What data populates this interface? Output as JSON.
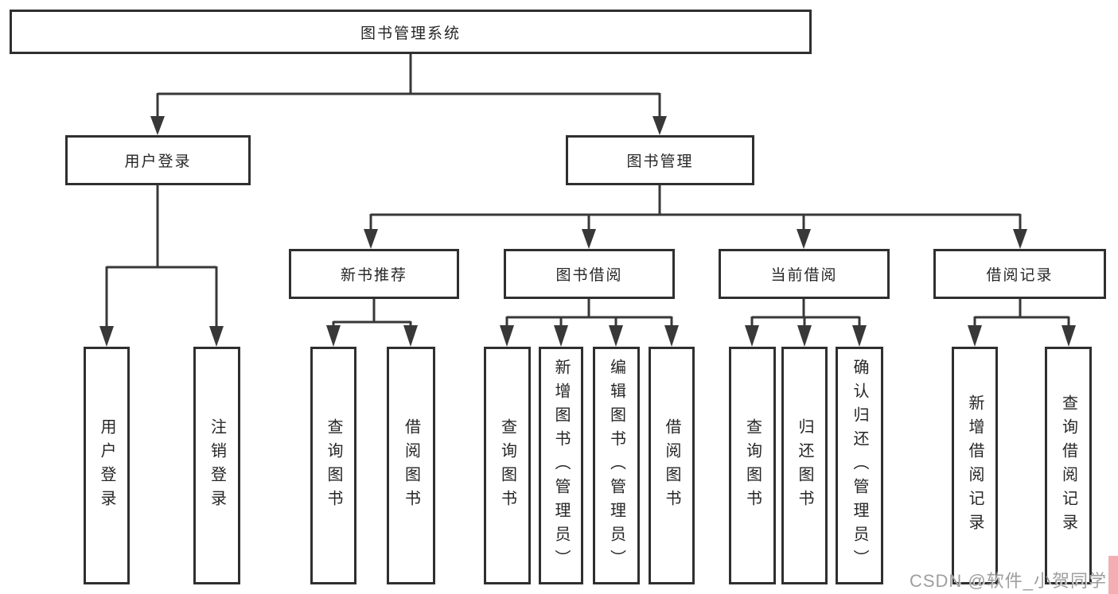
{
  "diagram": {
    "root": {
      "label": "图书管理系统"
    },
    "level2": [
      {
        "label": "用户登录"
      },
      {
        "label": "图书管理"
      }
    ],
    "level3": [
      {
        "label": "新书推荐",
        "parent": "图书管理"
      },
      {
        "label": "图书借阅",
        "parent": "图书管理"
      },
      {
        "label": "当前借阅",
        "parent": "图书管理"
      },
      {
        "label": "借阅记录",
        "parent": "图书管理"
      }
    ],
    "leaves": [
      {
        "label": "用户登录",
        "parent": "用户登录"
      },
      {
        "label": "注销登录",
        "parent": "用户登录"
      },
      {
        "label": "查询图书",
        "parent": "新书推荐"
      },
      {
        "label": "借阅图书",
        "parent": "新书推荐"
      },
      {
        "label": "查询图书",
        "parent": "图书借阅"
      },
      {
        "label": "新增图书（管理员）",
        "parent": "图书借阅"
      },
      {
        "label": "编辑图书（管理员）",
        "parent": "图书借阅"
      },
      {
        "label": "借阅图书",
        "parent": "图书借阅"
      },
      {
        "label": "查询图书",
        "parent": "当前借阅"
      },
      {
        "label": "归还图书",
        "parent": "当前借阅"
      },
      {
        "label": "确认归还（管理员）",
        "parent": "当前借阅"
      },
      {
        "label": "新增借阅记录",
        "parent": "借阅记录"
      },
      {
        "label": "查询借阅记录",
        "parent": "借阅记录"
      }
    ]
  },
  "watermark": {
    "text": "CSDN @软件_小贺同学"
  },
  "colors": {
    "line": "#383838",
    "border": "#2f2f2f",
    "text": "#262626",
    "background": "#ffffff",
    "watermark": "#9e9e9e",
    "watermark_accent": "#f3aeb4"
  }
}
